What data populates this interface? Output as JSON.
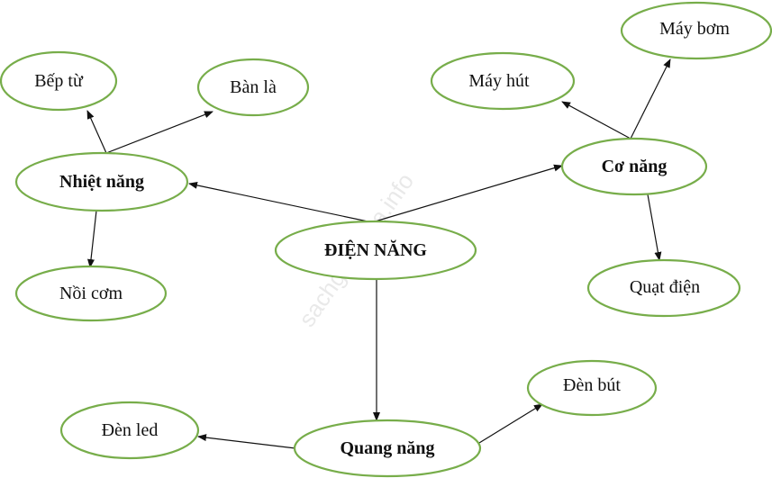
{
  "diagram": {
    "nodes": {
      "dien_nang": "ĐIỆN NĂNG",
      "nhiet_nang": "Nhiệt năng",
      "co_nang": "Cơ năng",
      "quang_nang": "Quang năng",
      "bep_tu": "Bếp từ",
      "ban_la": "Bàn là",
      "noi_com": "Nồi cơm",
      "may_hut": "Máy hút",
      "may_bom": "Máy bơm",
      "quat_dien": "Quạt điện",
      "den_led": "Đèn led",
      "den_but": "Đèn bút"
    },
    "watermark": "sachgiaikhoa.info",
    "colors": {
      "node_border": "#77ad4a",
      "arrow": "#111111"
    }
  }
}
